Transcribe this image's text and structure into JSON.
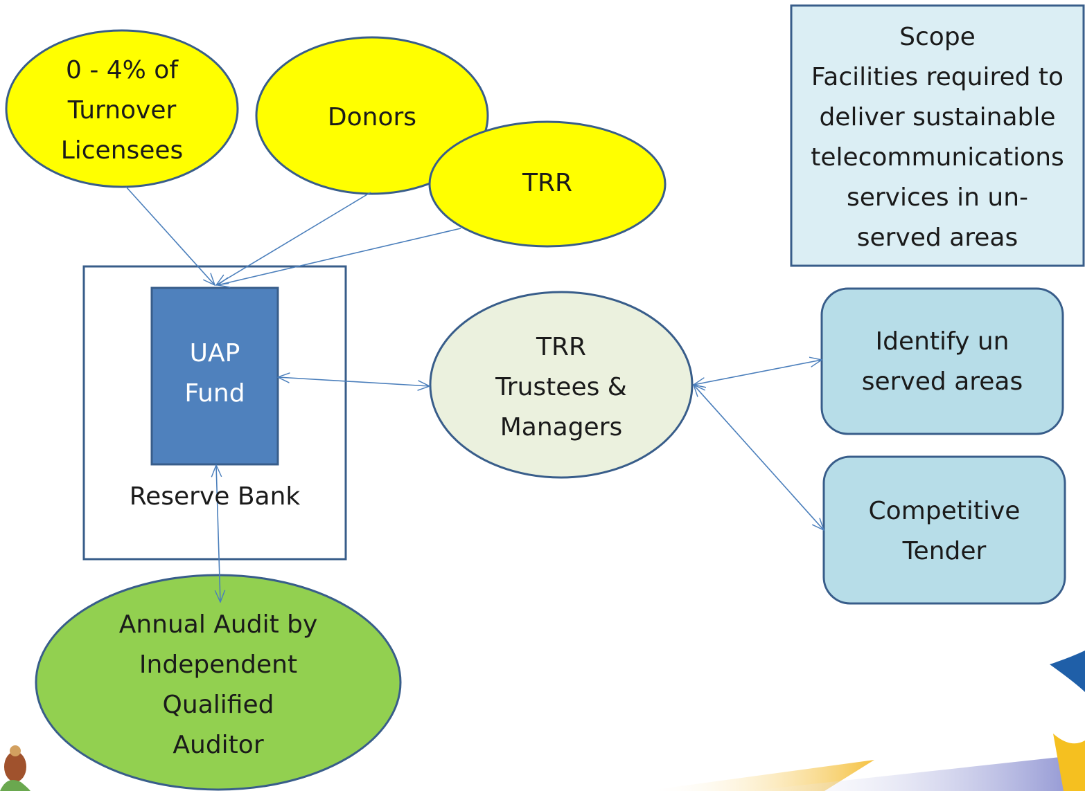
{
  "nodes": {
    "turnover": {
      "text": "0 - 4% of\nTurnover\nLicensees",
      "fill": "#ffff00"
    },
    "donors": {
      "text": "Donors",
      "fill": "#ffff00"
    },
    "trr_source": {
      "text": "TRR",
      "fill": "#ffff00"
    },
    "uap_fund": {
      "text": "UAP\nFund",
      "fill": "#4f81bd"
    },
    "reserve_bank": {
      "text": "Reserve Bank"
    },
    "trr_trustees": {
      "text": "TRR\nTrustees &\nManagers",
      "fill": "#ebf1de"
    },
    "audit": {
      "text": "Annual Audit by\nIndependent\nQualified\nAuditor",
      "fill": "#92d050"
    },
    "scope": {
      "text": "Scope\nFacilities required to\ndeliver  sustainable\ntelecommunications\nservices in un-\nserved areas",
      "fill": "#dbeef4"
    },
    "identify": {
      "text": "Identify un\nserved areas",
      "fill": "#b7dde8"
    },
    "tender": {
      "text": "Competitive\nTender",
      "fill": "#b7dde8"
    }
  },
  "colors": {
    "outline": "#385d8a",
    "connector": "#4a7ebb"
  },
  "decor": [
    "crest-logo",
    "swoosh-graphic"
  ]
}
